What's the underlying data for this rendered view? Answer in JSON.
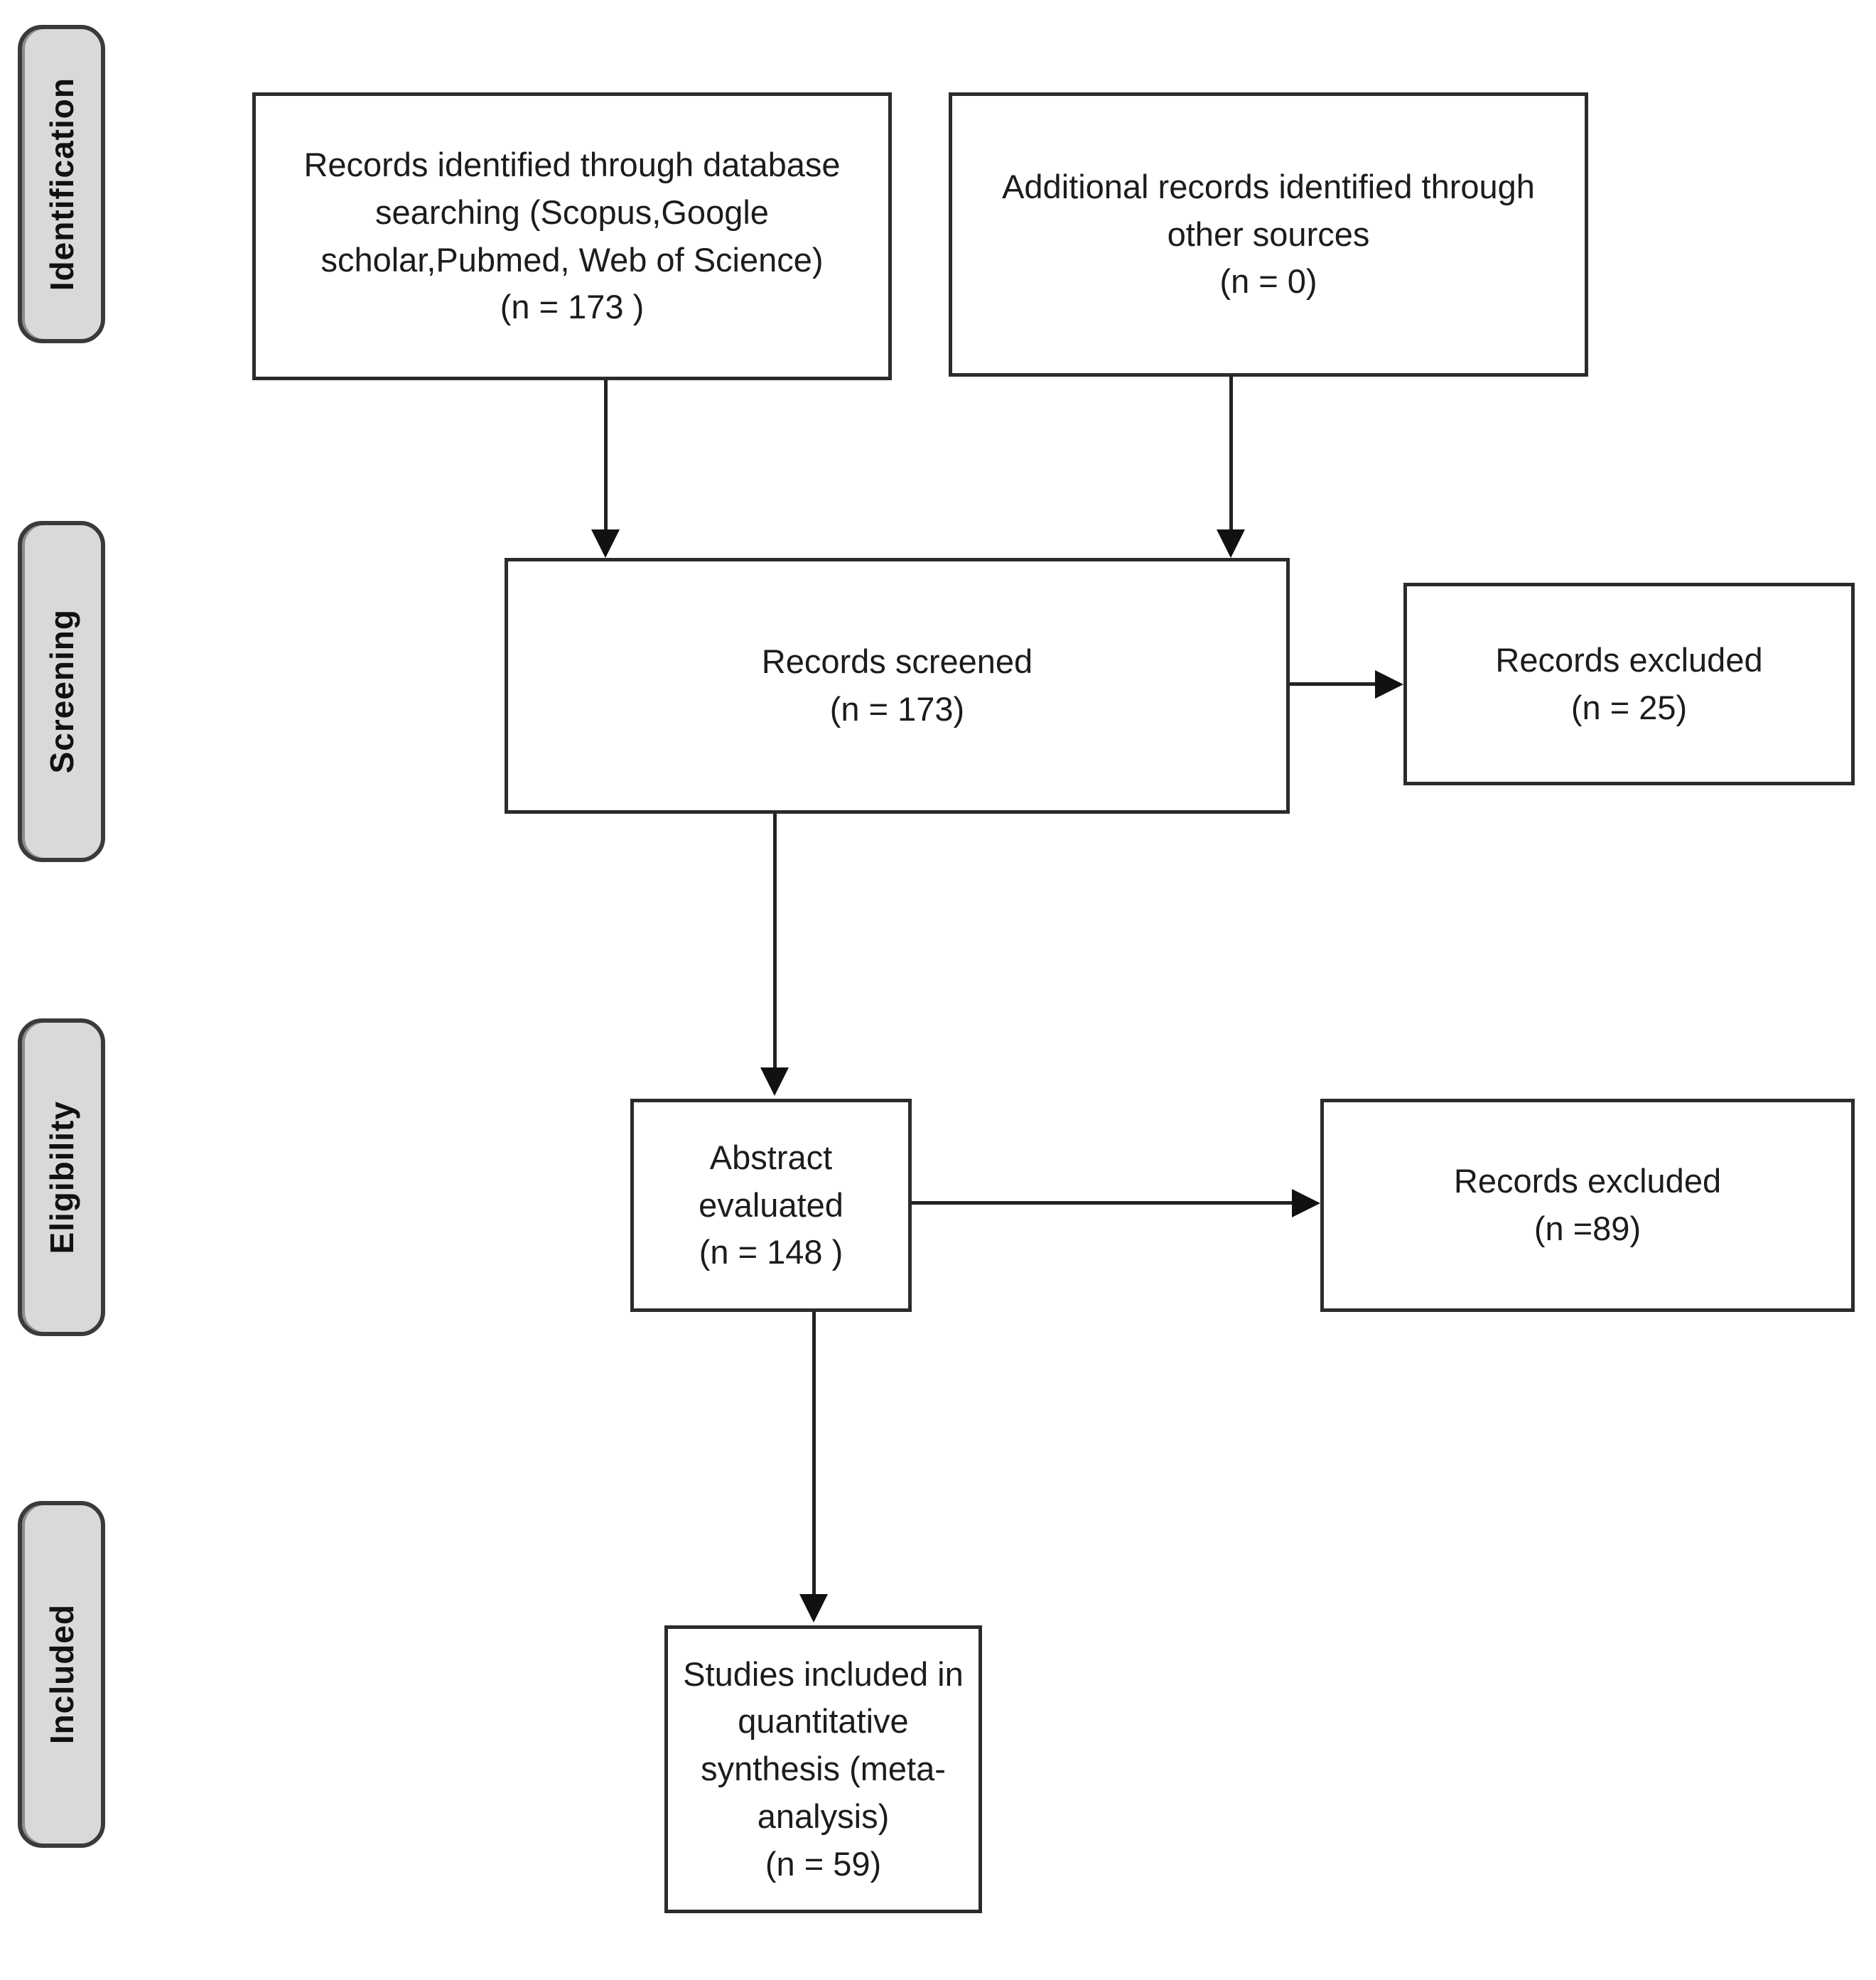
{
  "diagram": {
    "type": "prisma-flow-diagram",
    "stages": [
      {
        "key": "identification",
        "label": "Identification"
      },
      {
        "key": "screening",
        "label": "Screening"
      },
      {
        "key": "eligibility",
        "label": "Eligibility"
      },
      {
        "key": "included",
        "label": "Included"
      }
    ],
    "boxes": {
      "database_search": {
        "text": "Records identified through database searching (Scopus,Google scholar,Pubmed, Web of Science)\n(n =  173 )",
        "count": 173
      },
      "other_sources": {
        "text": "Additional records identified through other sources\n(n = 0)",
        "count": 0
      },
      "records_screened": {
        "text": "Records screened\n(n = 173)",
        "count": 173
      },
      "records_excluded_screening": {
        "text": "Records excluded\n(n = 25)",
        "count": 25
      },
      "abstract_evaluated": {
        "text": "Abstract evaluated\n(n =  148 )",
        "count": 148
      },
      "records_excluded_eligibility": {
        "text": "Records excluded\n(n =89)",
        "count": 89
      },
      "studies_included": {
        "text": "Studies included in quantitative synthesis (meta-analysis)\n(n = 59)",
        "count": 59
      }
    },
    "colors": {
      "stage_fill": "#d9d9d9",
      "stage_border": "#3a3a3a",
      "box_border": "#2b2b2b",
      "box_fill": "#ffffff",
      "connector": "#222222",
      "text": "#1c1c1c"
    }
  }
}
